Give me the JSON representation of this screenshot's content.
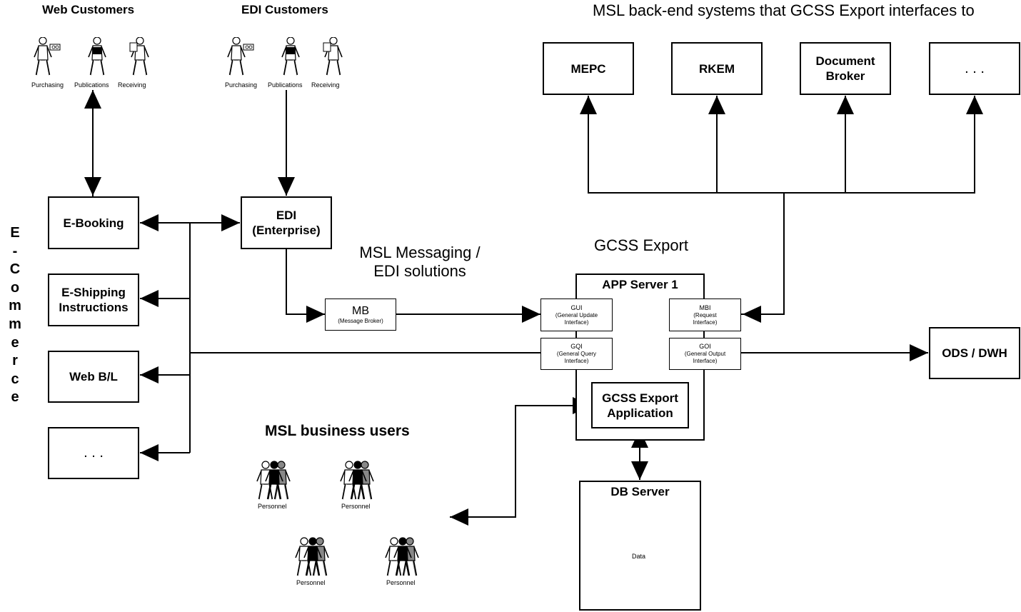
{
  "headers": {
    "web_customers": "Web Customers",
    "edi_customers": "EDI Customers",
    "backend_title": "MSL back-end systems that GCSS Export interfaces to",
    "gcss_export": "GCSS Export",
    "messaging": "MSL Messaging /\nEDI solutions",
    "business_users": "MSL business users",
    "ecommerce": "E\n-\nC\no\nm\nm\ne\nr\nc\ne"
  },
  "web_customer_roles": [
    "Purchasing",
    "Publications",
    "Receiving"
  ],
  "edi_customer_roles": [
    "Purchasing",
    "Publications",
    "Receiving"
  ],
  "ecommerce_boxes": {
    "ebooking": "E-Booking",
    "eshipping": "E-Shipping\nInstructions",
    "webbl": "Web B/L",
    "more": ". . ."
  },
  "edi_box": "EDI\n(Enterprise)",
  "mb": {
    "title": "MB",
    "subtitle": "(Message Broker)"
  },
  "backend_boxes": {
    "mepc": "MEPC",
    "rkem": "RKEM",
    "docbroker": "Document\nBroker",
    "more": ". . ."
  },
  "app_server": {
    "title": "APP Server 1",
    "gui": {
      "title": "GUI",
      "subtitle": "(General Update\nInterface)"
    },
    "mbi": {
      "title": "MBI",
      "subtitle": "(Request\nInterface)"
    },
    "gqi": {
      "title": "GQI",
      "subtitle": "(General Query\nInterface)"
    },
    "goi": {
      "title": "GOI",
      "subtitle": "(General Output\nInterface)"
    },
    "application": "GCSS Export\nApplication"
  },
  "db_server": {
    "title": "DB Server",
    "data": "Data"
  },
  "ods": "ODS / DWH",
  "personnel_label": "Personnel",
  "personnel_groups": [
    "Personnel",
    "Personnel",
    "Personnel",
    "Personnel"
  ]
}
